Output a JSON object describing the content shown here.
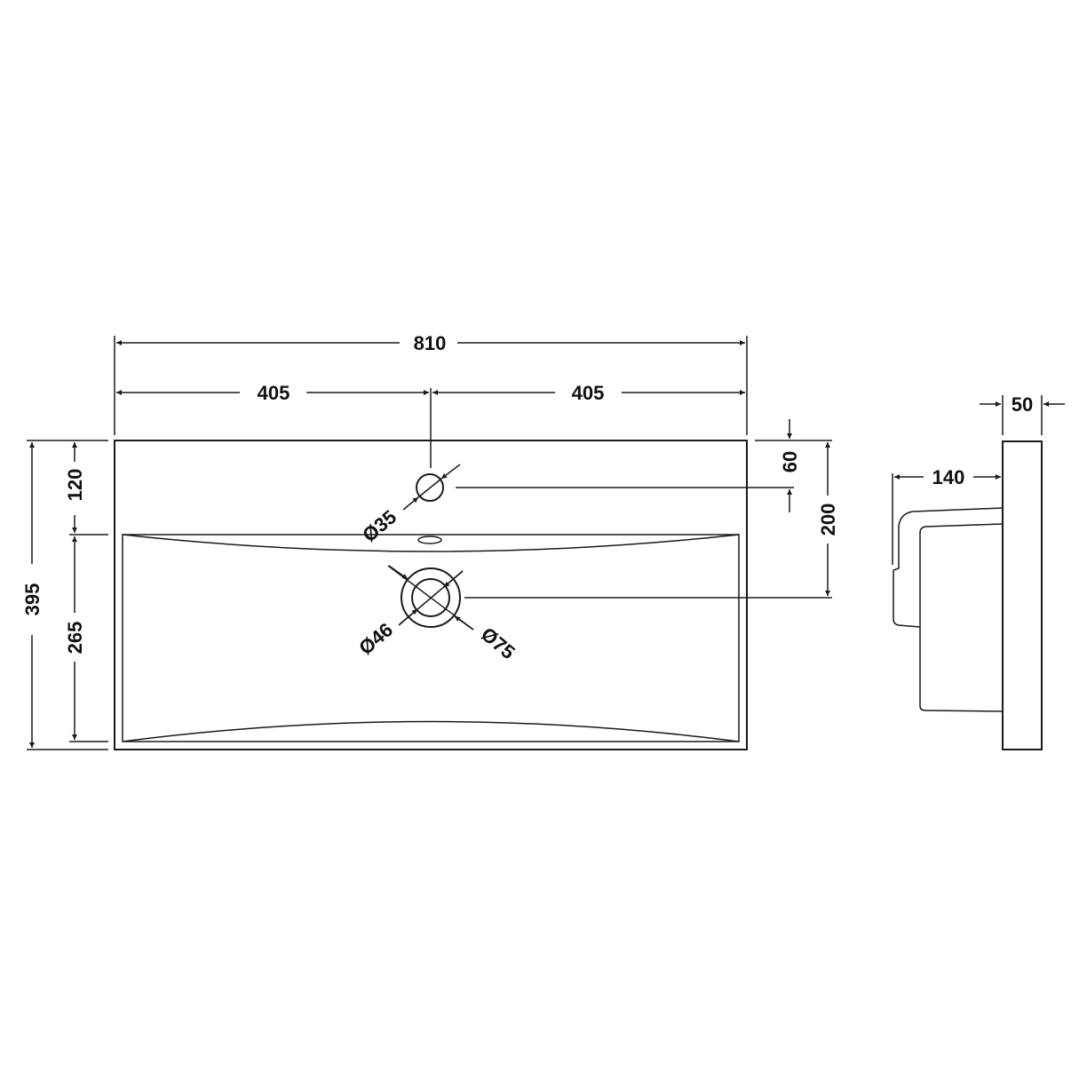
{
  "drawing": {
    "type": "technical-dimension-drawing",
    "subject": "basin",
    "units": "mm",
    "line_color": "#1a1a1a",
    "background": "#ffffff"
  },
  "plan_view": {
    "overall_width": "810",
    "half_width_left": "405",
    "half_width_right": "405",
    "overall_depth": "395",
    "tap_zone_depth": "120",
    "bowl_depth": "265",
    "tap_hole_from_back": "60",
    "waste_from_back": "200",
    "tap_hole_diameter": "Ø35",
    "waste_inner_diameter": "Ø46",
    "waste_outer_diameter": "Ø75"
  },
  "side_view": {
    "rim_thickness": "50",
    "projection": "140"
  }
}
